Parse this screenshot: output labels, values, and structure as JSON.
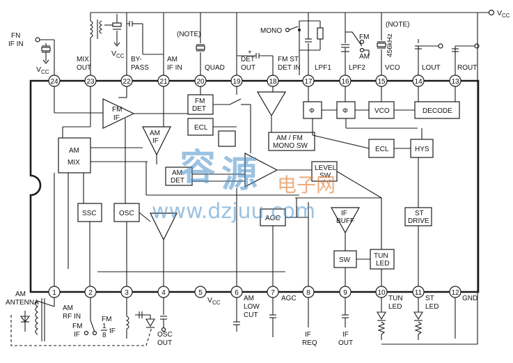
{
  "supply": "V CC",
  "pins_top": [
    {
      "num": "24",
      "label1": "",
      "label2": ""
    },
    {
      "num": "23",
      "label1": "MIX",
      "label2": "OUT"
    },
    {
      "num": "22",
      "label1": "BY-",
      "label2": "PASS"
    },
    {
      "num": "21",
      "label1": "AM",
      "label2": "IF IN"
    },
    {
      "num": "20",
      "label1": "QUAD",
      "label2": "(NOTE)"
    },
    {
      "num": "19",
      "label1": "DET",
      "label2": "OUT"
    },
    {
      "num": "18",
      "label1": "FM ST",
      "label2": "DET IN"
    },
    {
      "num": "17",
      "label1": "LPF1",
      "label2": ""
    },
    {
      "num": "16",
      "label1": "LPF2",
      "label2": ""
    },
    {
      "num": "15",
      "label1": "VCO",
      "label2": "(NOTE)"
    },
    {
      "num": "14",
      "label1": "LOUT",
      "label2": ""
    },
    {
      "num": "13",
      "label1": "ROUT",
      "label2": ""
    }
  ],
  "pins_bottom": [
    {
      "num": "1",
      "label1": "AM",
      "label2": "RF IN"
    },
    {
      "num": "2",
      "label1": "",
      "label2": ""
    },
    {
      "num": "3",
      "label1": "",
      "label2": ""
    },
    {
      "num": "4",
      "label1": "OSC",
      "label2": "OUT"
    },
    {
      "num": "5",
      "label1": "V CC",
      "label2": ""
    },
    {
      "num": "6",
      "label1": "AM",
      "label2": "LOW",
      "label3": "CUT"
    },
    {
      "num": "7",
      "label1": "AGC",
      "label2": ""
    },
    {
      "num": "8",
      "label1": "IF",
      "label2": "REQ"
    },
    {
      "num": "9",
      "label1": "IF",
      "label2": "OUT"
    },
    {
      "num": "10",
      "label1": "TUN",
      "label2": "LED"
    },
    {
      "num": "11",
      "label1": "ST",
      "label2": "LED"
    },
    {
      "num": "12",
      "label1": "GND",
      "label2": ""
    }
  ],
  "left_labels": {
    "fn_if_in_1": "FN",
    "fn_if_in_2": "IF IN",
    "vcc": "V CC",
    "vcc2": "V CC"
  },
  "blocks": {
    "am_mix_1": "AM",
    "am_mix_2": "MIX",
    "fm_if_1": "FM",
    "fm_if_2": "IF",
    "am_if_1": "AM",
    "am_if_2": "IF",
    "fm_det_1": "FM",
    "fm_det_2": "DET",
    "ecl": "ECL",
    "am_det_1": "AM",
    "am_det_2": "DET",
    "level_sw_1": "LEVEL",
    "level_sw_2": "SW",
    "am_fm_mono_1": "AM / FM",
    "am_fm_mono_2": "MONO SW",
    "phi1": "Φ",
    "phi2": "Φ",
    "vco": "VCO",
    "decode": "DECODE",
    "ecl2": "ECL",
    "hys": "HYS",
    "ssc": "SSC",
    "osc": "OSC",
    "agc": "AGC",
    "if_buff_1": "IF",
    "if_buff_2": "BUFF",
    "sw": "SW",
    "tun_led_1": "TUN",
    "tun_led_2": "LED",
    "st_drive_1": "ST",
    "st_drive_2": "DRIVE"
  },
  "annotations": {
    "mono": "MONO",
    "fm": "FM",
    "am": "AM",
    "freq": "456kHz",
    "am_antenna_1": "AM",
    "am_antenna_2": "ANTENNA",
    "fm_if_sw_1": "FM",
    "fm_if_sw_2": "IF",
    "fm_sw": "FM",
    "one_eighth": "1",
    "one_eighth_den": "8",
    "if_sw": "IF",
    "plus": "+"
  },
  "watermark": {
    "cn1": "容",
    "cn2": "源",
    "cn3": "电子网",
    "url": "www.dzjuu.com"
  }
}
